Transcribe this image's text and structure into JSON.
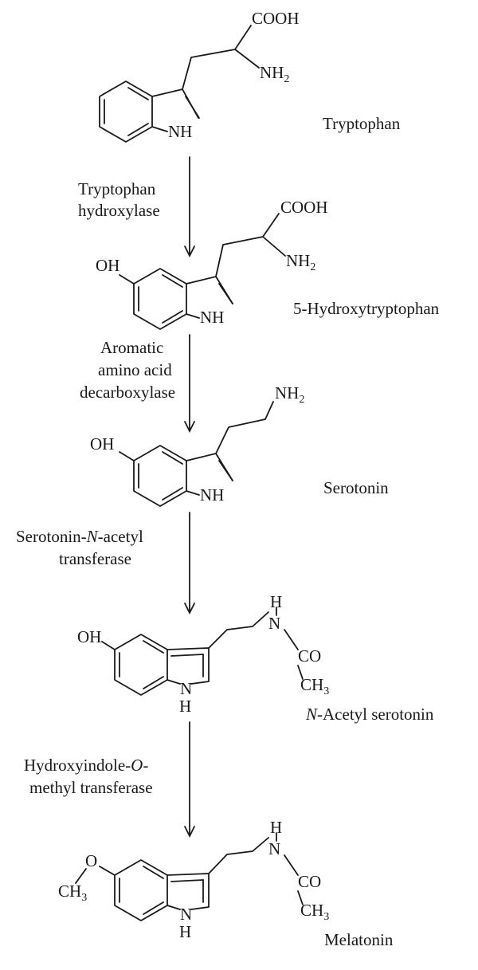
{
  "compounds": {
    "tryptophan": {
      "name": "Tryptophan",
      "atoms": {
        "cooh": "COOH",
        "nh2_n": "NH",
        "nh2_sub": "2",
        "nh": "NH"
      }
    },
    "hydroxytryptophan": {
      "name": "5-Hydroxytryptophan",
      "atoms": {
        "oh": "OH",
        "cooh": "COOH",
        "nh2_n": "NH",
        "nh2_sub": "2",
        "nh": "NH"
      }
    },
    "serotonin": {
      "name": "Serotonin",
      "atoms": {
        "oh": "OH",
        "nh2_n": "NH",
        "nh2_sub": "2",
        "nh": "NH"
      }
    },
    "n_acetyl_serotonin": {
      "name_italic": "N",
      "name_rest": "-Acetyl serotonin",
      "atoms": {
        "oh": "OH",
        "amide_h": "H",
        "amide_n": "N",
        "co": "CO",
        "ch3_c": "CH",
        "ch3_sub": "3",
        "ring_n": "N",
        "ring_h": "H"
      }
    },
    "melatonin": {
      "name": "Melatonin",
      "atoms": {
        "o": "O",
        "ch3_c": "CH",
        "ch3_sub": "3",
        "amide_h": "H",
        "amide_n": "N",
        "co": "CO",
        "me_c": "CH",
        "me_sub": "3",
        "ring_n": "N",
        "ring_h": "H"
      }
    }
  },
  "enzymes": {
    "tryptophan_hydroxylase": {
      "line1": "Tryptophan",
      "line2": "hydroxylase"
    },
    "aromatic_decarboxylase": {
      "line1": "Aromatic",
      "line2": "amino acid",
      "line3": "decarboxylase"
    },
    "snat": {
      "line1_a": "Serotonin-",
      "line1_b": "N",
      "line1_c": "-acetyl",
      "line2": "transferase"
    },
    "hiomt": {
      "line1_a": "Hydroxyindole-",
      "line1_b": "O",
      "line1_c": "-",
      "line2": "methyl transferase"
    }
  }
}
